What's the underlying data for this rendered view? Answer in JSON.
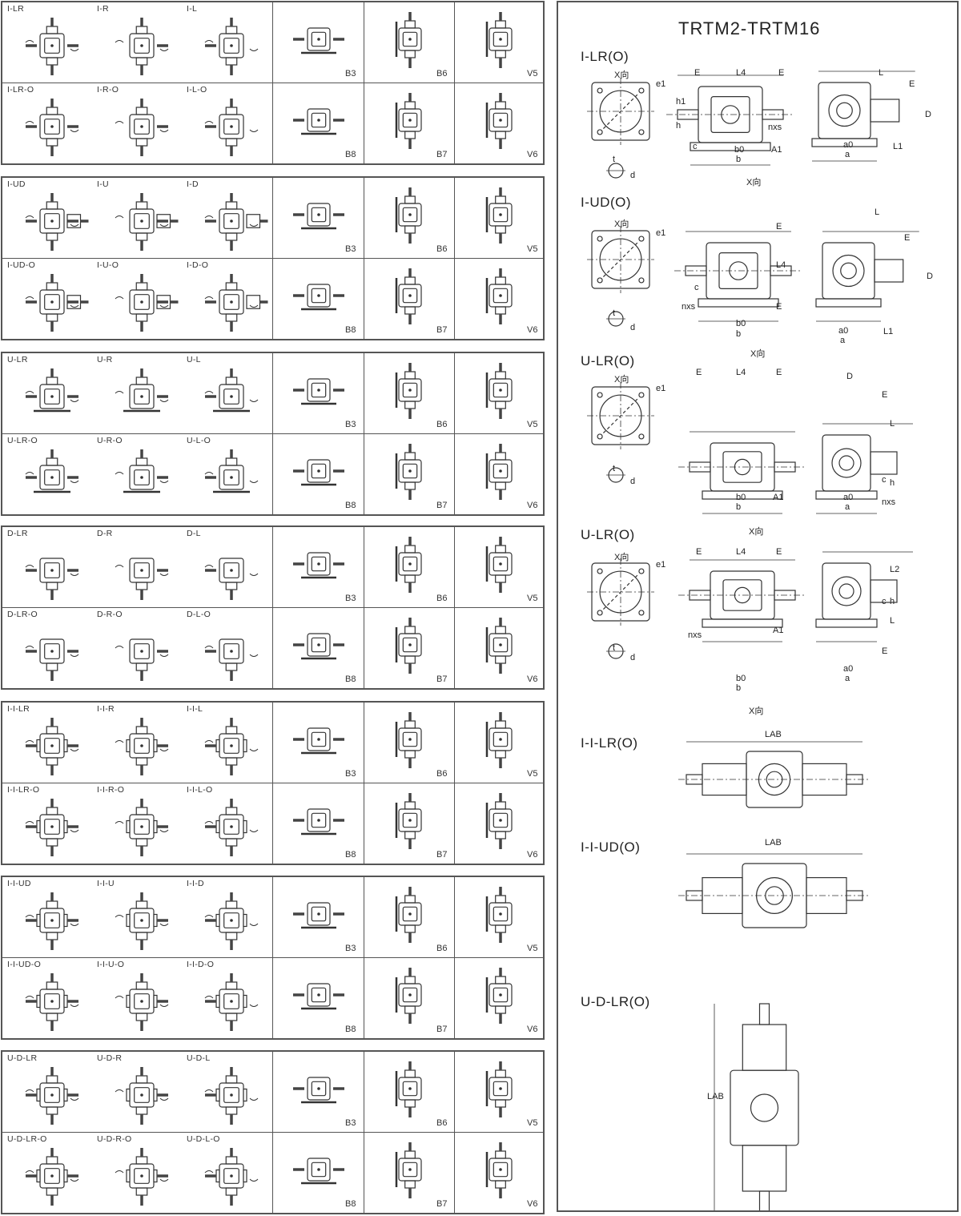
{
  "title": "TRTM2-TRTM16",
  "groups": [
    {
      "top": [
        "I-LR",
        "I-R",
        "I-L"
      ],
      "bottom": [
        "I-LR-O",
        "I-R-O",
        "I-L-O"
      ]
    },
    {
      "top": [
        "I-UD",
        "I-U",
        "I-D"
      ],
      "bottom": [
        "I-UD-O",
        "I-U-O",
        "I-D-O"
      ]
    },
    {
      "top": [
        "U-LR",
        "U-R",
        "U-L"
      ],
      "bottom": [
        "U-LR-O",
        "U-R-O",
        "U-L-O"
      ]
    },
    {
      "top": [
        "D-LR",
        "D-R",
        "D-L"
      ],
      "bottom": [
        "D-LR-O",
        "D-R-O",
        "D-L-O"
      ]
    },
    {
      "top": [
        "I-I-LR",
        "I-I-R",
        "I-I-L"
      ],
      "bottom": [
        "I-I-LR-O",
        "I-I-R-O",
        "I-I-L-O"
      ]
    },
    {
      "top": [
        "I-I-UD",
        "I-I-U",
        "I-I-D"
      ],
      "bottom": [
        "I-I-UD-O",
        "I-I-U-O",
        "I-I-D-O"
      ]
    },
    {
      "top": [
        "U-D-LR",
        "U-D-R",
        "U-D-L"
      ],
      "bottom": [
        "U-D-LR-O",
        "U-D-R-O",
        "U-D-L-O"
      ]
    }
  ],
  "mountings": {
    "top": [
      "B3",
      "B6",
      "V5"
    ],
    "bottom": [
      "B8",
      "B7",
      "V6"
    ]
  },
  "sections": [
    {
      "label": "I-LR(O)"
    },
    {
      "label": "I-UD(O)"
    },
    {
      "label": "U-LR(O)"
    },
    {
      "label": "U-LR(O)"
    },
    {
      "label": "I-I-LR(O)"
    },
    {
      "label": "I-I-UD(O)"
    },
    {
      "label": "U-D-LR(O)"
    }
  ],
  "view_label": "X向",
  "dims": {
    "E": "E",
    "L4": "L4",
    "L": "L",
    "e1": "e1",
    "h1": "h1",
    "h": "h",
    "c": "c",
    "nxs": "nxs",
    "b0": "b0",
    "b": "b",
    "A1": "A1",
    "a0": "a0",
    "a": "a",
    "L1": "L1",
    "D": "D",
    "t": "t",
    "d": "d",
    "L2": "L2",
    "LAB": "LAB"
  }
}
